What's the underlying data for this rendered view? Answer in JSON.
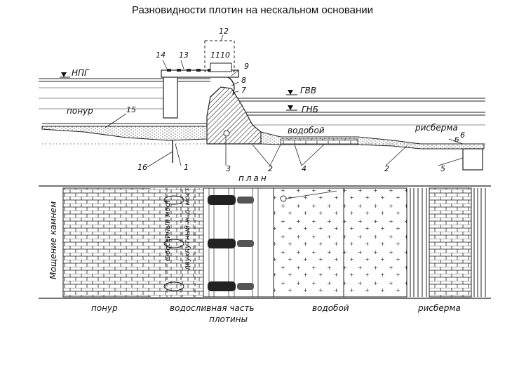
{
  "title": "Разновидности плотин на нескальном основании",
  "section": {
    "npg": "НПГ",
    "gvv": "ГВВ",
    "gnb": "ГНБ",
    "ponur": "понур",
    "vodoboi": "водобой",
    "risberma": "рисберма",
    "letter_b": "Б",
    "numbers": [
      "1",
      "2",
      "3",
      "4",
      "5",
      "6",
      "7",
      "8",
      "9",
      "10",
      "11",
      "12",
      "13",
      "14",
      "15",
      "16"
    ]
  },
  "plan": {
    "heading": "план",
    "moshchenie": "Мощение камнем",
    "shosseinyi_most": "шоссейный мост",
    "dvukhputnyi_most": "двухпутный ж.д. мост",
    "ponur": "понур",
    "spillway_line1": "водосливная часть",
    "spillway_line2": "плотины",
    "vodoboi": "водобой",
    "risberma": "рисберма"
  }
}
